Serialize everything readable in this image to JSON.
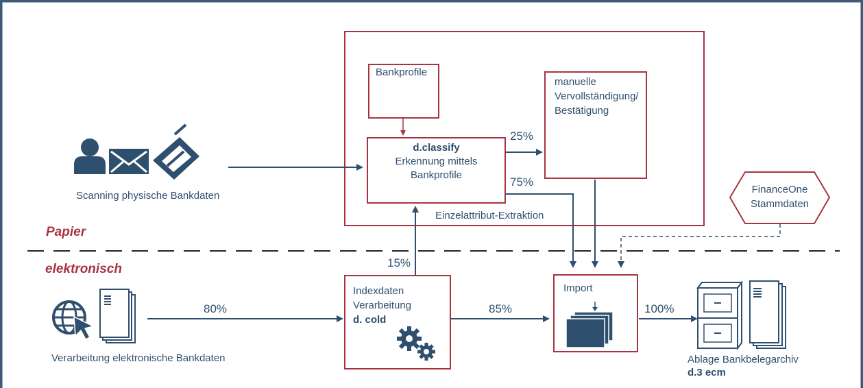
{
  "sections": {
    "paper": "Papier",
    "electronic": "elektronisch"
  },
  "sources": {
    "scanning": "Scanning physische Bankdaten",
    "electronic": "Verarbeitung elektronische Bankdaten"
  },
  "bank_profiles": {
    "title": "Bankprofile"
  },
  "classify": {
    "title": "d.classify",
    "line1": "Erkennung mittels",
    "line2": "Bankprofile"
  },
  "manual": {
    "line1": "manuelle",
    "line2": "Vervollständigung/",
    "line3": "Bestätigung"
  },
  "finance_one": {
    "line1": "FinanceOne",
    "line2": "Stammdaten"
  },
  "index": {
    "line1": "Indexdaten",
    "line2": "Verarbeitung",
    "line3": "d. cold"
  },
  "import": {
    "title": "Import"
  },
  "archive": {
    "line1": "Ablage Bankbelegarchiv",
    "line2": "d.3 ecm"
  },
  "edges": {
    "classify_to_manual": "25%",
    "classify_to_import": "75%",
    "extraction": "Einzelattribut-Extraktion",
    "index_to_classify": "15%",
    "electronic_to_index": "80%",
    "index_to_import": "85%",
    "import_to_archive": "100%"
  },
  "colors": {
    "primary": "#2f4f6e",
    "accent": "#a83442",
    "border": "#3d5a78"
  },
  "icons": [
    "person-icon",
    "envelope-icon",
    "scanner-icon",
    "globe-cursor-icon",
    "document-icon",
    "eye-icon",
    "gears-icon",
    "stacked-pages-icon",
    "filing-cabinet-icon"
  ]
}
